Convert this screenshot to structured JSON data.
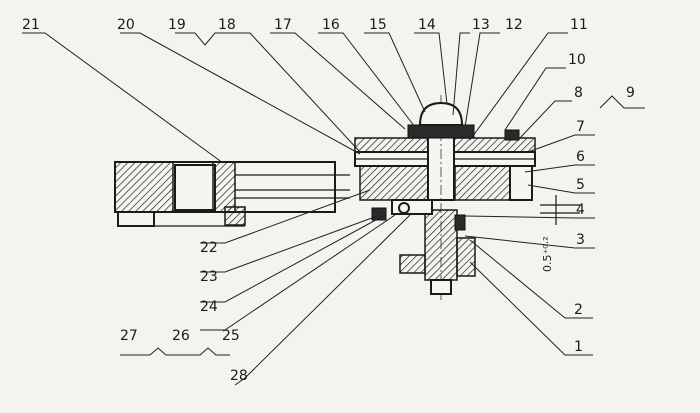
{
  "figure": {
    "callouts": [
      {
        "id": "c1",
        "label": "1"
      },
      {
        "id": "c2",
        "label": "2"
      },
      {
        "id": "c3",
        "label": "3"
      },
      {
        "id": "c4",
        "label": "4"
      },
      {
        "id": "c5",
        "label": "5"
      },
      {
        "id": "c6",
        "label": "6"
      },
      {
        "id": "c7",
        "label": "7"
      },
      {
        "id": "c8",
        "label": "8"
      },
      {
        "id": "c9",
        "label": "9"
      },
      {
        "id": "c10",
        "label": "10"
      },
      {
        "id": "c11",
        "label": "11"
      },
      {
        "id": "c12",
        "label": "12"
      },
      {
        "id": "c13",
        "label": "13"
      },
      {
        "id": "c14",
        "label": "14"
      },
      {
        "id": "c15",
        "label": "15"
      },
      {
        "id": "c16",
        "label": "16"
      },
      {
        "id": "c17",
        "label": "17"
      },
      {
        "id": "c18",
        "label": "18"
      },
      {
        "id": "c19",
        "label": "19"
      },
      {
        "id": "c20",
        "label": "20"
      },
      {
        "id": "c21",
        "label": "21"
      },
      {
        "id": "c22",
        "label": "22"
      },
      {
        "id": "c23",
        "label": "23"
      },
      {
        "id": "c24",
        "label": "24"
      },
      {
        "id": "c25",
        "label": "25"
      },
      {
        "id": "c26",
        "label": "26"
      },
      {
        "id": "c27",
        "label": "27"
      },
      {
        "id": "c28",
        "label": "28"
      }
    ],
    "dimension_text": "0.5⁺⁰·²"
  }
}
